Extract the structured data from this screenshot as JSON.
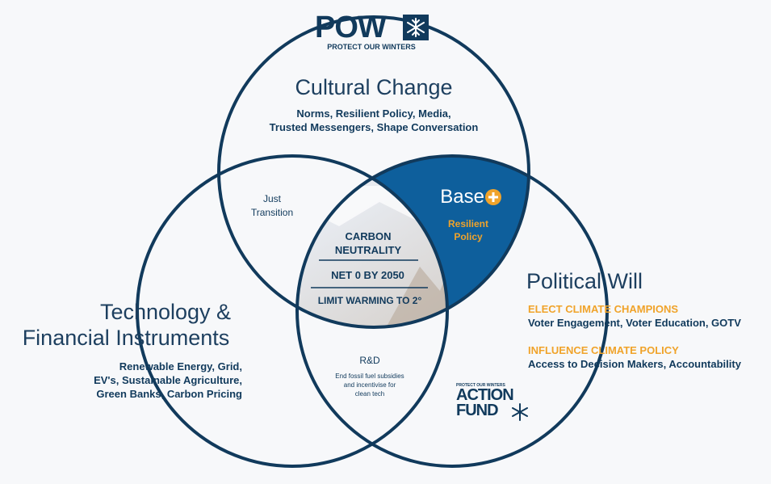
{
  "logo_top": {
    "mark": "POW",
    "tagline": "PROTECT OUR WINTERS"
  },
  "circles": {
    "cultural": {
      "title": "Cultural Change",
      "lines": [
        "Norms, Resilient Policy, Media,",
        "Trusted Messengers, Shape Conversation"
      ]
    },
    "technology": {
      "title_lines": [
        "Technology &",
        "Financial Instruments"
      ],
      "lines": [
        "Renewable Energy, Grid,",
        "EV's, Sustainable Agriculture,",
        "Green Banks, Carbon Pricing"
      ]
    },
    "political": {
      "title": "Political Will",
      "h1": "ELECT CLIMATE CHAMPIONS",
      "l1": "Voter Engagement, Voter Education, GOTV",
      "h2": "INFLUENCE CLIMATE POLICY",
      "l2": "Access to Decision Makers, Accountability"
    }
  },
  "overlaps": {
    "just_transition": [
      "Just",
      "Transition"
    ],
    "base": {
      "label": "Base",
      "plus": "+",
      "sub": [
        "Resilient",
        "Policy"
      ]
    },
    "rd": {
      "title": "R&D",
      "lines": [
        "End fossil fuel subsidies",
        "and incentivise for",
        "clean tech"
      ]
    },
    "center": {
      "l1": "CARBON",
      "l2": "NEUTRALITY",
      "l3": "NET 0 BY 2050",
      "l4": "LIMIT WARMING TO 2°"
    }
  },
  "logo_bottom": {
    "top": "PROTECT OUR WINTERS",
    "l1": "ACTION",
    "l2": "FUND"
  },
  "colors": {
    "navy": "#113a5c",
    "blue": "#0e5f9c",
    "orange": "#f0a32a"
  }
}
